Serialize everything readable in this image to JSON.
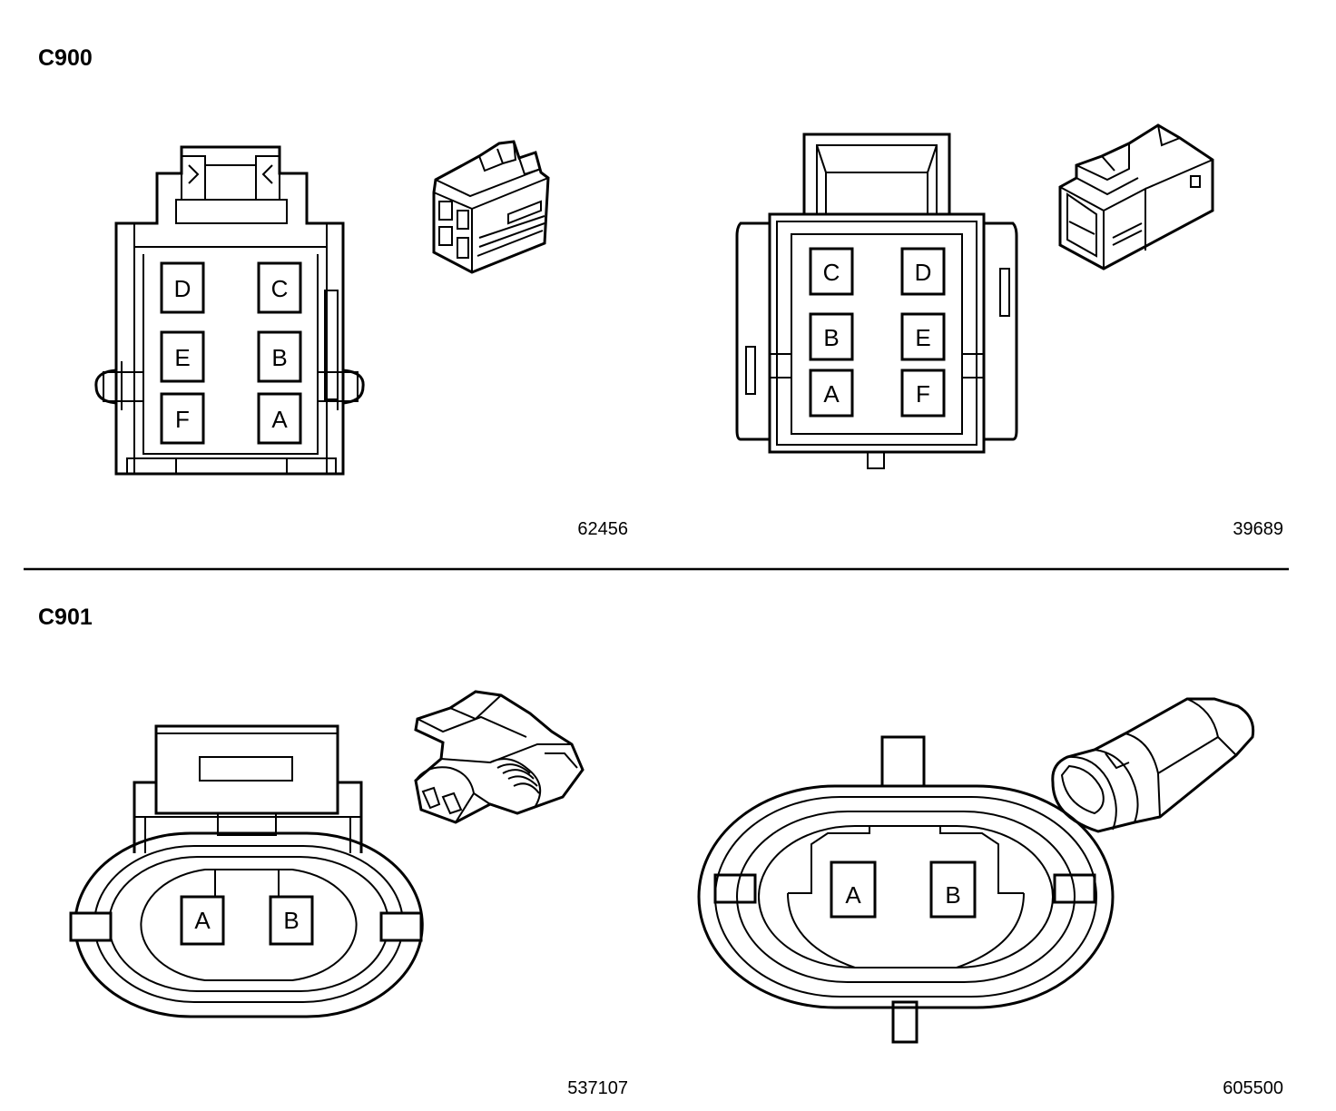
{
  "sections": [
    {
      "connector_id": "C900",
      "views": [
        {
          "part_number": "62456",
          "pins": [
            "D",
            "C",
            "E",
            "B",
            "F",
            "A"
          ]
        },
        {
          "part_number": "39689",
          "pins": [
            "C",
            "D",
            "B",
            "E",
            "A",
            "F"
          ]
        }
      ]
    },
    {
      "connector_id": "C901",
      "views": [
        {
          "part_number": "537107",
          "pins": [
            "A",
            "B"
          ]
        },
        {
          "part_number": "605500",
          "pins": [
            "A",
            "B"
          ]
        }
      ]
    }
  ]
}
